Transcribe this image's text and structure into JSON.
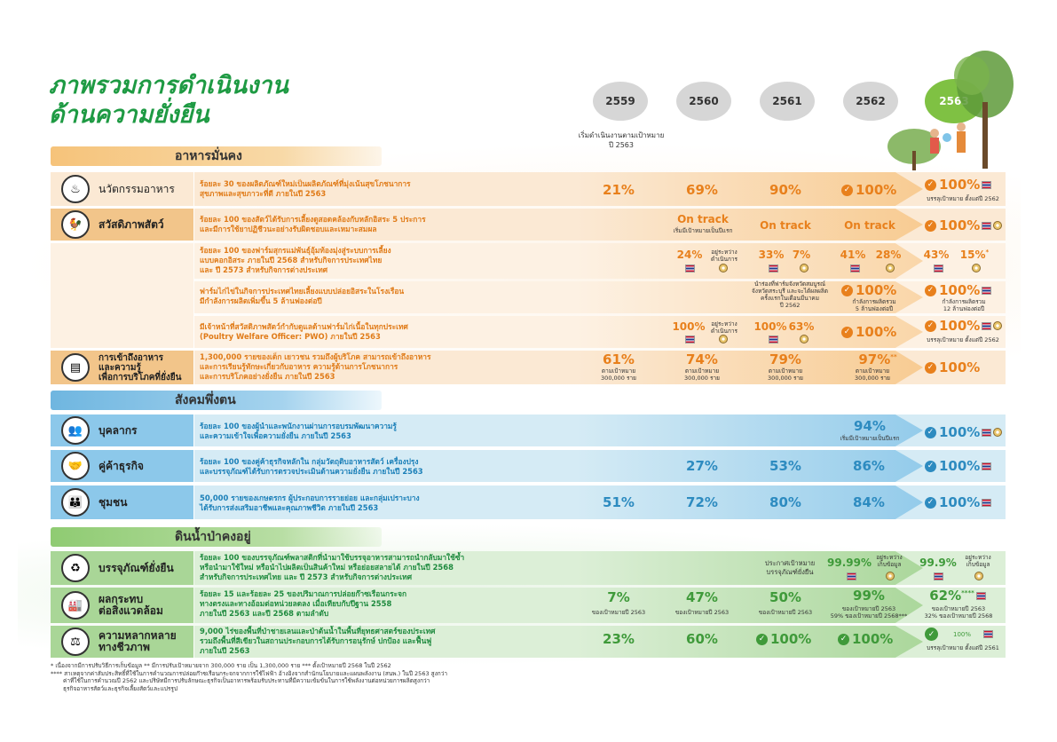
{
  "title": {
    "line1": "ภาพรวมการดำเนินงาน",
    "line2": "ด้านความยั่งยืน"
  },
  "years": [
    "2559",
    "2560",
    "2561",
    "2562",
    "2563"
  ],
  "start_note": "เริ่มดำเนินงานตามเป้าหมาย\nปี 2563",
  "sections": {
    "food": "อาหารมั่นคง",
    "society": "สังคมพึ่งตน",
    "environment": "ดินน้ำป่าคงอยู่"
  },
  "colors": {
    "orange": "#e8801c",
    "blue": "#2d8bc0",
    "green": "#3f9a3a",
    "food_band": "#fbe9d4",
    "society_band": "#d5ebf5",
    "env_band": "#dcefd7"
  },
  "icons": [
    "cooking-pot-icon",
    "chicken-icon",
    "food-shelf-icon",
    "people-icon",
    "handshake-icon",
    "community-icon",
    "recycle-icon",
    "factory-icon",
    "balance-scale-icon",
    "check-icon",
    "thai-flag-icon",
    "globe-icon"
  ],
  "rows": {
    "innovation": {
      "label": "นวัตกรรมอาหาร",
      "desc": "ร้อยละ 30 ของผลิตภัณฑ์ใหม่เป็นผลิตภัณฑ์ที่มุ่งเน้นสุขโภชนาการ\nสุขภาพและสุขภาวะที่ดี ภายในปี 2563",
      "v2560": "21%",
      "v2561": "69%",
      "v2562": "90%",
      "v2563": "100%",
      "final": "100%",
      "final_note": "บรรลุเป้าหมาย ตั้งแต่ปี 2562"
    },
    "welfare": {
      "label": "สวัสดิภาพสัตว์",
      "desc": "ร้อยละ 100 ของสัตว์ได้รับการเลี้ยงดูสอดคล้องกับหลักอิสระ 5 ประการ\nและมีการใช้ยาปฏิชีวนะอย่างรับผิดชอบและเหมาะสมผล",
      "ontrack1": "On track",
      "ontrack1_note": "เริ่มมีเป้าหมายเป็นปีแรก",
      "ontrack2": "On track",
      "ontrack3": "On track",
      "final": "100%"
    },
    "sows": {
      "desc": "ร้อยละ 100 ของฟาร์มสุกรแม่พันธุ์อุ้มท้องมุ่งสู่ระบบการเลี้ยง\nแบบคอกอิสระ ภายในปี 2568 สำหรับกิจการประเทศไทย\nและ ปี 2573 สำหรับกิจการต่างประเทศ",
      "a": "24%",
      "a_note": "อยู่ระหว่าง\nดำเนินการ",
      "b1": "33%",
      "b2": "7%",
      "c1": "41%",
      "c2": "28%",
      "d1": "43%",
      "d2": "15%",
      "d2_mark": "*"
    },
    "cagefree": {
      "desc": "ฟาร์มไก่ไข่ในกิจการประเทศไทยเลี้ยงแบบปล่อยอิสระในโรงเรือน\nมีกำลังการผลิตเพิ่มขึ้น 5 ล้านฟองต่อปี",
      "note2561": "นำร่องที่ฟาร์มจังหวัดสมบูรณ์\nจังหวัดสระบุรี และจะได้ผลผลิต\nครั้งแรกในเดือนมีนาคม\nปี 2562",
      "v2562": "100%",
      "note2562": "กำลังการผลิตรวม\n5 ล้านฟองต่อปี",
      "final": "100%",
      "final_note": "กำลังการผลิตรวม\n12 ล้านฟองต่อปี"
    },
    "pwo": {
      "desc": "มีเจ้าหน้าที่สวัสดิภาพสัตว์กำกับดูแลด้านฟาร์มไก่เนื้อในทุกประเทศ\n(Poultry Welfare Officer: PWO) ภายในปี 2563",
      "a": "100%",
      "a_note": "อยู่ระหว่าง\nดำเนินการ",
      "b1": "100%",
      "b2": "63%",
      "c": "100%",
      "final": "100%",
      "final_note": "บรรลุเป้าหมาย ตั้งแต่ปี 2562"
    },
    "access": {
      "label": "การเข้าถึงอาหาร\nและความรู้\nเพื่อการบริโภคที่ยั่งยืน",
      "desc": "1,300,000 รายของเด็ก เยาวชน รวมถึงผู้บริโภค สามารถเข้าถึงอาหาร\nและการเรียนรู้ทักษะเกี่ยวกับอาหาร ความรู้ด้านการโภชนาการ\nและการบริโภคอย่างยั่งยืน ภายในปี 2563",
      "a": "61%",
      "a_note": "ตามเป้าหมาย\n300,000 ราย",
      "b": "74%",
      "b_note": "ตามเป้าหมาย\n300,000 ราย",
      "c": "79%",
      "c_note": "ตามเป้าหมาย\n300,000 ราย",
      "d": "97%",
      "d_mark": "**",
      "d_note": "ตามเป้าหมาย\n300,000 ราย",
      "final": "100%"
    },
    "personnel": {
      "label": "บุคลากร",
      "desc": "ร้อยละ 100 ของผู้นำและพนักงานผ่านการอบรมพัฒนาความรู้\nและความเข้าใจเพื่อความยั่งยืน ภายในปี 2563",
      "v": "94%",
      "v_note": "เริ่มมีเป้าหมายเป็นปีแรก",
      "final": "100%"
    },
    "partners": {
      "label": "คู่ค้าธุรกิจ",
      "desc": "ร้อยละ 100 ของคู่ค้าธุรกิจหลักใน กลุ่มวัตถุดิบอาหารสัตว์ เครื่องปรุง\nและบรรจุภัณฑ์ได้รับการตรวจประเมินด้านความยั่งยืน ภายในปี 2563",
      "a": "27%",
      "b": "53%",
      "c": "86%",
      "final": "100%"
    },
    "community": {
      "label": "ชุมชน",
      "desc": "50,000 รายของเกษตรกร ผู้ประกอบการรายย่อย และกลุ่มเปราะบาง\nได้รับการส่งเสริมอาชีพและคุณภาพชีวิต ภายในปี 2563",
      "a": "51%",
      "b": "72%",
      "c": "80%",
      "d": "84%",
      "final": "100%"
    },
    "packaging": {
      "label": "บรรจุภัณฑ์ยั่งยืน",
      "desc": "ร้อยละ 100 ของบรรจุภัณฑ์พลาสติกที่นำมาใช้บรรจุอาหารสามารถนำกลับมาใช้ซ้ำ\nหรือนำมาใช้ใหม่ หรือนำไปผลิตเป็นสินค้าใหม่ หรือย่อยสลายได้ ภายในปี 2568\nสำหรับกิจการประเทศไทย และ ปี 2573 สำหรับกิจการต่างประเทศ",
      "note2561": "ประกาศเป้าหมาย\nบรรจุภัณฑ์ยั่งยืน",
      "c": "99.99%",
      "c_note": "อยู่ระหว่าง\nเก็บข้อมูล",
      "d": "99.9%",
      "d_note": "อยู่ระหว่าง\nเก็บข้อมูล"
    },
    "impact": {
      "label": "ผลกระทบ\nต่อสิ่งแวดล้อม",
      "desc": "ร้อยละ 15 และร้อยละ 25 ของปริมาณการปล่อยก๊าซเรือนกระจก\nทางตรงและทางอ้อมต่อหน่วยลดลง เมื่อเทียบกับปีฐาน 2558\nภายในปี 2563 และปี 2568 ตามลำดับ",
      "a": "7%",
      "a_note": "ของเป้าหมายปี 2563",
      "b": "47%",
      "b_note": "ของเป้าหมายปี 2563",
      "c": "50%",
      "c_note": "ของเป้าหมายปี 2563",
      "d": "99%",
      "d_note": "ของเป้าหมายปี 2563\n59% ของเป้าหมายปี 2568***",
      "e": "62%",
      "e_mark": "****",
      "e_note": "ของเป้าหมายปี 2563\n32% ของเป้าหมายปี 2568"
    },
    "biodiversity": {
      "label": "ความหลากหลาย\nทางชีวภาพ",
      "desc": "9,000 ไร่ของพื้นที่ป่าชายเลนและป่าต้นน้ำในพื้นที่ยุทธศาสตร์ของประเทศ\nรวมถึงพื้นที่สีเขียวในสถานประกอบการได้รับการอนุรักษ์ ปกป้อง และฟื้นฟู\nภายในปี 2563",
      "a": "23%",
      "b": "60%",
      "c": "100%",
      "d": "100%",
      "e": "100%",
      "e_note": "บรรลุเป้าหมาย ตั้งแต่ปี 2561"
    }
  },
  "footnotes": [
    "* เนื่องจากมีการปรับวิธีการเก็บข้อมูล     ** มีการปรับเป้าหมายจาก 300,000 ราย เป็น 1,300,000 ราย     *** ตั้งเป้าหมายปี 2568 ในปี 2562",
    "**** สาเหตุจากค่าสัมประสิทธิ์ที่ใช้ในการคำนวณการปล่อยก๊าซเรือนกระจกจากการใช้ไฟฟ้า อ้างอิงจากสำนักนโยบายและแผนพลังงาน (สนพ.) ในปี 2563 สูงกว่า",
    "ค่าที่ใช้ในการคำนวณปี 2562 และปริษัทมีการปรับลักษณะธุรกิจเป็นอาหารพร้อมรับประทานที่มีความเข้มข้นในการใช้พลังงานต่อหน่วยการผลิตสูงกว่า",
    "ธุรกิจอาหารสัตว์และธุรกิจเลี้ยงสัตว์และแปรรูป"
  ]
}
